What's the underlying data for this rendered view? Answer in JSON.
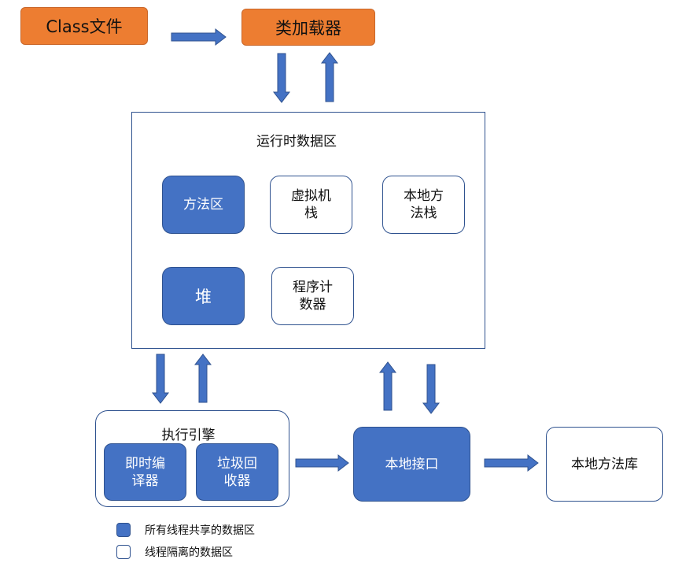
{
  "colors": {
    "orange": "#ed7d31",
    "blue": "#4472c4",
    "border": "#2f528f"
  },
  "top": {
    "class_file": "Class文件",
    "class_loader": "类加载器"
  },
  "runtime_area": {
    "title": "运行时数据区",
    "method_area": "方法区",
    "vm_stack": "虚拟机\n栈",
    "native_method_stack": "本地方\n法栈",
    "heap": "堆",
    "program_counter": "程序计\n数器"
  },
  "execution_engine": {
    "title": "执行引擎",
    "jit_compiler": "即时编\n译器",
    "garbage_collector": "垃圾回\n收器"
  },
  "native_interface": "本地接口",
  "native_library": "本地方法库",
  "legend": {
    "shared": "所有线程共享的数据区",
    "isolated": "线程隔离的数据区"
  }
}
